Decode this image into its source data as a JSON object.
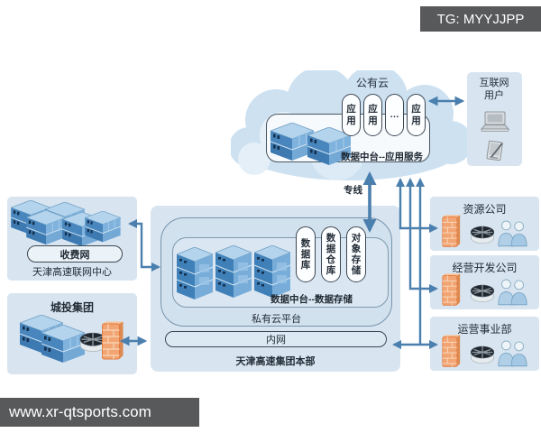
{
  "badge": {
    "text": "TG: MYYJJPP"
  },
  "watermark": {
    "text": "www.xr-qtsports.com"
  },
  "public_cloud": {
    "title": "公有云",
    "app_pills": [
      "应用",
      "应用",
      "…",
      "应用"
    ],
    "caption": "数据中台--应用服务"
  },
  "internet_users": {
    "label": "互联网用户"
  },
  "dedicated_line_label": "专线",
  "toll_box": {
    "pill": "收费网",
    "label": "天津高速联网中心"
  },
  "city_box": {
    "label": "城投集团"
  },
  "hq_box": {
    "label": "天津高速集团本部",
    "intranet_pill": "内网",
    "private_cloud": {
      "label": "私有云平台",
      "caption": "数据中台--数据存储",
      "storage_pills": [
        "数据库",
        "数据仓库",
        "对象存储"
      ]
    }
  },
  "right_boxes": [
    {
      "label": "资源公司"
    },
    {
      "label": "经营开发公司"
    },
    {
      "label": "运营事业部"
    }
  ],
  "colors": {
    "accent": "#4a7fae",
    "box_bg": "#d8e5f0",
    "cloud_bg": "#cde1f1",
    "pill_border": "#3c4754",
    "dark_bar": "#58595b",
    "text_dark": "#1f2933",
    "firewall_orange": "#f2a472"
  }
}
